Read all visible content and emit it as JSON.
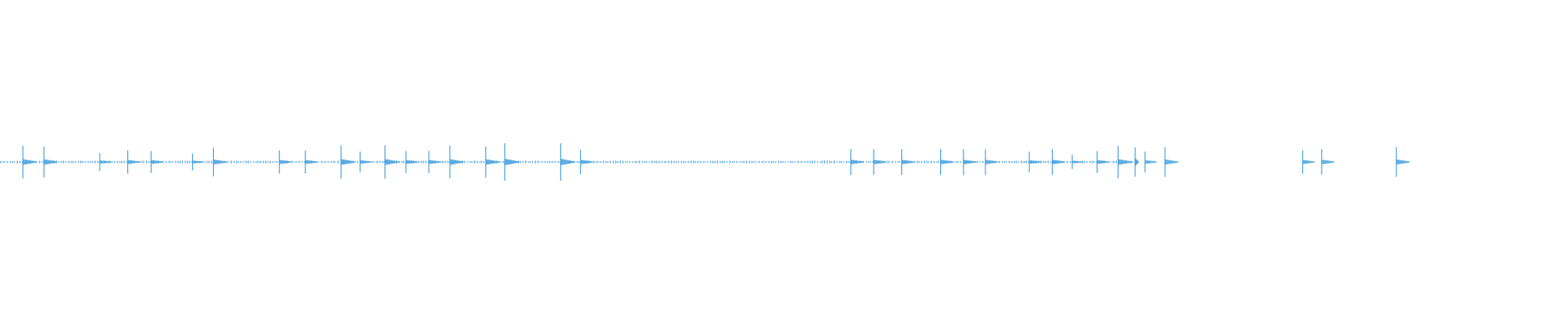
{
  "waveform": {
    "color": "#4aa3df",
    "background": "#ffffff",
    "duration_fraction_drawn": 0.7295,
    "events": [
      {
        "t": 0.0147,
        "amp": 0.5
      },
      {
        "t": 0.0282,
        "amp": 0.48
      },
      {
        "t": 0.0641,
        "amp": 0.28
      },
      {
        "t": 0.0821,
        "amp": 0.36
      },
      {
        "t": 0.0971,
        "amp": 0.34
      },
      {
        "t": 0.1237,
        "amp": 0.26
      },
      {
        "t": 0.1372,
        "amp": 0.44
      },
      {
        "t": 0.1795,
        "amp": 0.36
      },
      {
        "t": 0.1962,
        "amp": 0.36
      },
      {
        "t": 0.2192,
        "amp": 0.52
      },
      {
        "t": 0.2314,
        "amp": 0.32
      },
      {
        "t": 0.2474,
        "amp": 0.52
      },
      {
        "t": 0.2609,
        "amp": 0.34
      },
      {
        "t": 0.2756,
        "amp": 0.34
      },
      {
        "t": 0.2891,
        "amp": 0.5
      },
      {
        "t": 0.3122,
        "amp": 0.48
      },
      {
        "t": 0.3244,
        "amp": 0.58
      },
      {
        "t": 0.3603,
        "amp": 0.58
      },
      {
        "t": 0.3731,
        "amp": 0.38
      },
      {
        "t": 0.5468,
        "amp": 0.4
      },
      {
        "t": 0.5615,
        "amp": 0.4
      },
      {
        "t": 0.5795,
        "amp": 0.4
      },
      {
        "t": 0.6045,
        "amp": 0.4
      },
      {
        "t": 0.6192,
        "amp": 0.4
      },
      {
        "t": 0.6333,
        "amp": 0.4
      },
      {
        "t": 0.6615,
        "amp": 0.32
      },
      {
        "t": 0.6763,
        "amp": 0.4
      },
      {
        "t": 0.6891,
        "amp": 0.22
      },
      {
        "t": 0.7051,
        "amp": 0.34
      },
      {
        "t": 0.7186,
        "amp": 0.5
      },
      {
        "t": 0.7359,
        "amp": 0.32
      },
      {
        "t": 0.7487,
        "amp": 0.46
      },
      {
        "t": 0.8372,
        "amp": 0.36
      },
      {
        "t": 0.8494,
        "amp": 0.4
      },
      {
        "t": 0.8974,
        "amp": 0.46
      }
    ]
  }
}
